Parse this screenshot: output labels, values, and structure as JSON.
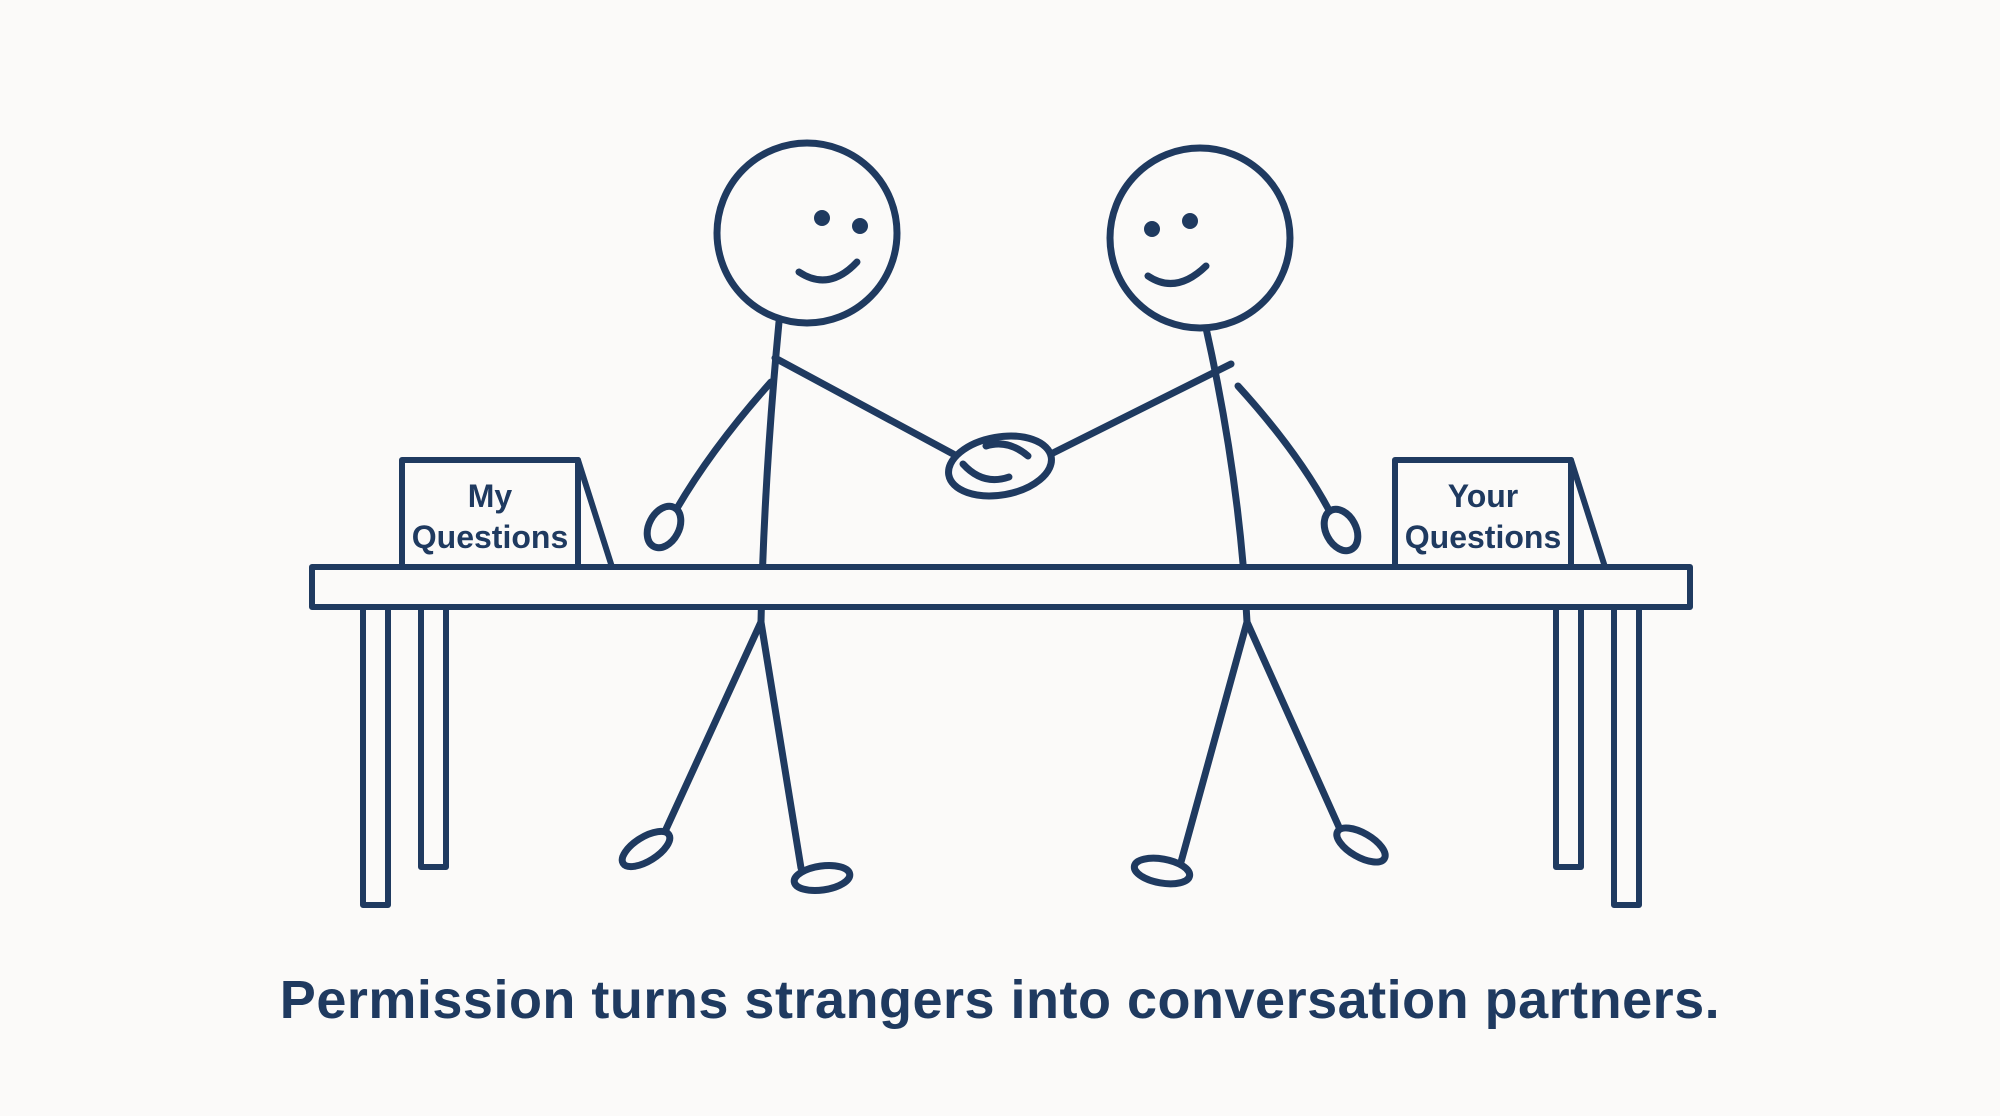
{
  "page": {
    "colors": {
      "ink": "#1f3a60",
      "background": "#fbfaf9"
    }
  },
  "illustration": {
    "left_card": {
      "line1": "My",
      "line2": "Questions"
    },
    "right_card": {
      "line1": "Your",
      "line2": "Questions"
    },
    "caption": "Permission turns strangers into conversation partners."
  }
}
